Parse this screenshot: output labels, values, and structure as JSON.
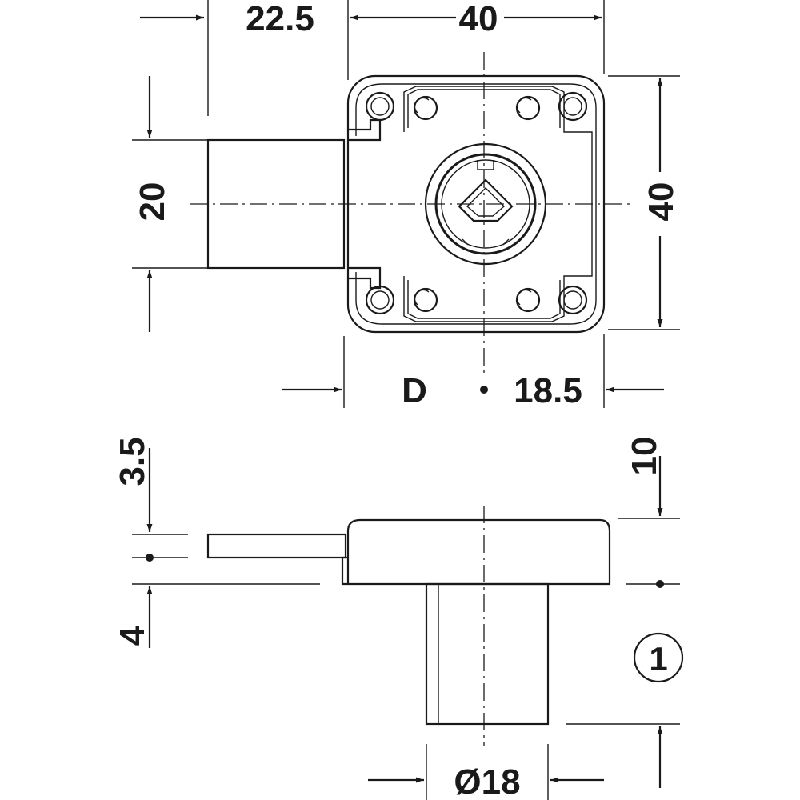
{
  "top_view": {
    "dim_bolt_length": "22.5",
    "dim_body_width": "40",
    "dim_bolt_height": "20",
    "dim_body_height": "40",
    "dim_backset_label": "D",
    "dim_backset": "18.5"
  },
  "side_view": {
    "dim_bolt_offset": "3.5",
    "dim_cylinder_projection": "10",
    "dim_plate_thickness": "4",
    "dim_cylinder_diameter": "Ø18",
    "callout": "1"
  }
}
